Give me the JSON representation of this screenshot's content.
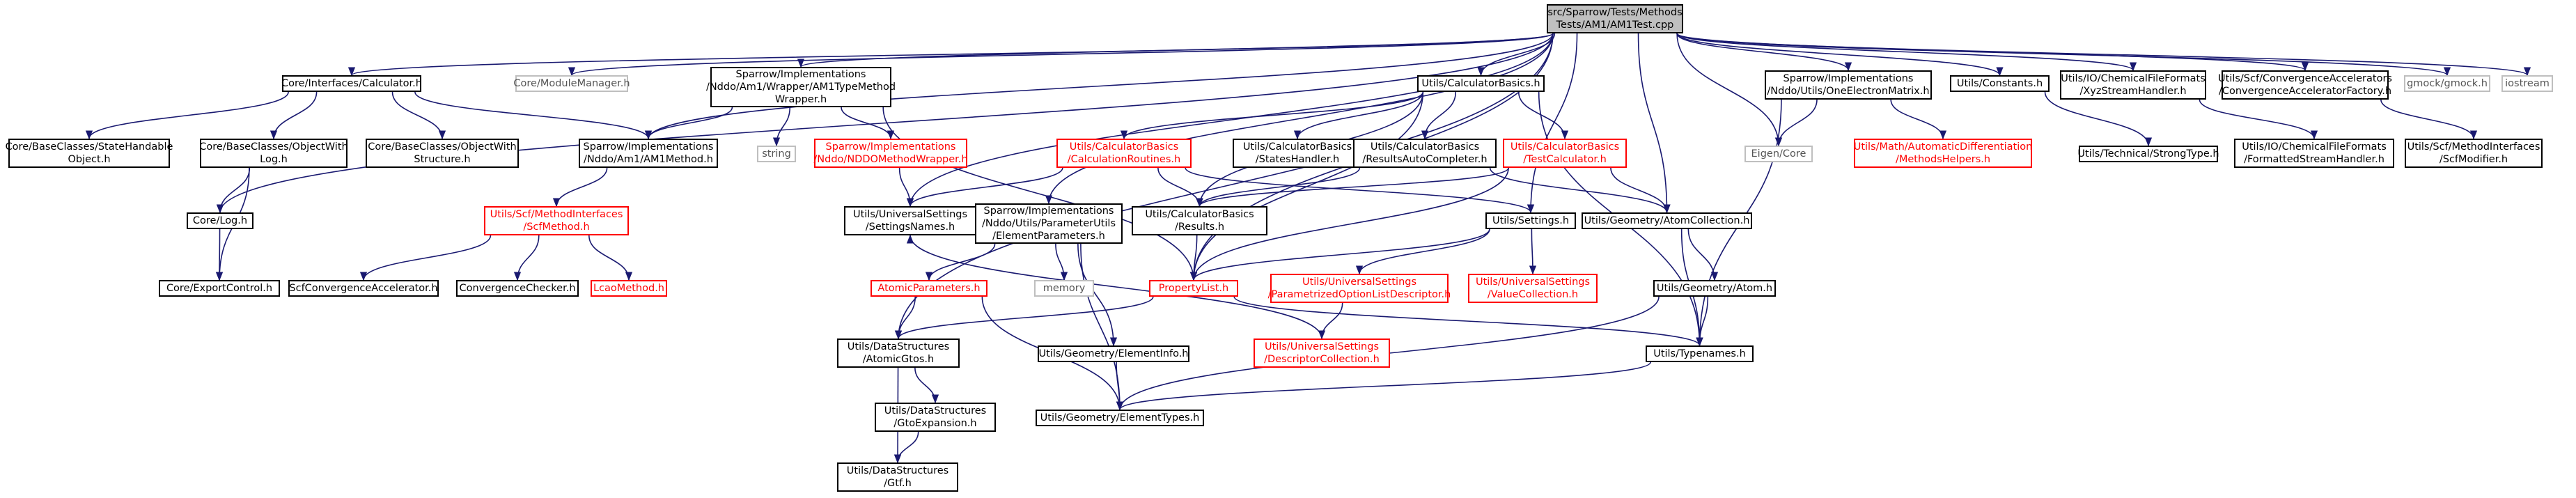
{
  "colors": {
    "edge": "#191970",
    "root_fill": "#bfbfbf",
    "normal_border": "#000000",
    "truncated_border": "#ff0000",
    "system_border": "#bfbfbf"
  },
  "nodes": {
    "root": "src/Sparrow/Tests/Methods\nTests/AM1/AM1Test.cpp",
    "calculator_h": "Core/Interfaces/Calculator.h",
    "module_manager": "Core/ModuleManager.h",
    "am1_type_method_wrapper": "Sparrow/Implementations\n/Nddo/Am1/Wrapper/AM1TypeMethod\nWrapper.h",
    "calculator_basics_h": "Utils/CalculatorBasics.h",
    "one_electron_matrix": "Sparrow/Implementations\n/Nddo/Utils/OneElectronMatrix.h",
    "constants_h": "Utils/Constants.h",
    "xyz_stream_handler": "Utils/IO/ChemicalFileFormats\n/XyzStreamHandler.h",
    "convergence_accelerator_factory": "Utils/Scf/ConvergenceAccelerators\n/ConvergenceAcceleratorFactory.h",
    "gmock": "gmock/gmock.h",
    "iostream": "iostream",
    "state_handable_object": "Core/BaseClasses/StateHandable\nObject.h",
    "object_with_log": "Core/BaseClasses/ObjectWith\nLog.h",
    "object_with_structure": "Core/BaseClasses/ObjectWith\nStructure.h",
    "am1_method": "Sparrow/Implementations\n/Nddo/Am1/AM1Method.h",
    "string": "string",
    "nddo_method_wrapper": "Sparrow/Implementations\n/Nddo/NDDOMethodWrapper.h",
    "calculation_routines": "Utils/CalculatorBasics\n/CalculationRoutines.h",
    "states_handler": "Utils/CalculatorBasics\n/StatesHandler.h",
    "results_auto_completer": "Utils/CalculatorBasics\n/ResultsAutoCompleter.h",
    "test_calculator": "Utils/CalculatorBasics\n/TestCalculator.h",
    "eigen_core": "Eigen/Core",
    "methods_helpers": "Utils/Math/AutomaticDifferentiation\n/MethodsHelpers.h",
    "strong_type": "Utils/Technical/StrongType.h",
    "formatted_stream_handler": "Utils/IO/ChemicalFileFormats\n/FormattedStreamHandler.h",
    "scf_modifier": "Utils/Scf/MethodInterfaces\n/ScfModifier.h",
    "log_h": "Core/Log.h",
    "scf_method": "Utils/Scf/MethodInterfaces\n/ScfMethod.h",
    "settings_names": "Utils/UniversalSettings\n/SettingsNames.h",
    "element_parameters": "Sparrow/Implementations\n/Nddo/Utils/ParameterUtils\n/ElementParameters.h",
    "results_h": "Utils/CalculatorBasics\n/Results.h",
    "settings_h": "Utils/Settings.h",
    "atom_collection": "Utils/Geometry/AtomCollection.h",
    "export_control": "Core/ExportControl.h",
    "scf_convergence_accelerator": "ScfConvergenceAccelerator.h",
    "convergence_checker": "ConvergenceChecker.h",
    "lcao_method": "LcaoMethod.h",
    "atomic_parameters": "AtomicParameters.h",
    "memory": "memory",
    "property_list": "PropertyList.h",
    "parametrized_option_list_descriptor": "Utils/UniversalSettings\n/ParametrizedOptionListDescriptor.h",
    "value_collection": "Utils/UniversalSettings\n/ValueCollection.h",
    "atom_h": "Utils/Geometry/Atom.h",
    "atomic_gtos": "Utils/DataStructures\n/AtomicGtos.h",
    "element_info": "Utils/Geometry/ElementInfo.h",
    "descriptor_collection": "Utils/UniversalSettings\n/DescriptorCollection.h",
    "typenames": "Utils/Typenames.h",
    "gto_expansion": "Utils/DataStructures\n/GtoExpansion.h",
    "element_types": "Utils/Geometry/ElementTypes.h",
    "gtf": "Utils/DataStructures\n/Gtf.h"
  }
}
